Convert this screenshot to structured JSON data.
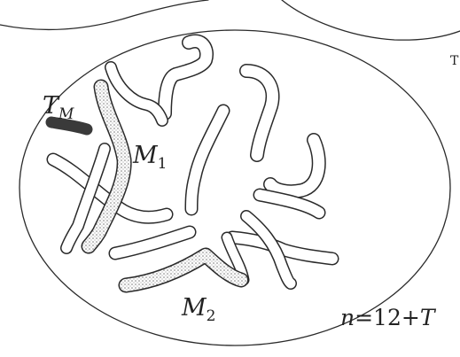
{
  "labels": {
    "tm_main": "T",
    "tm_sub": "M",
    "m1_main": "M",
    "m1_sub": "1",
    "m2_main": "M",
    "m2_sub": "2",
    "formula_n": "n",
    "formula_eq": "=12+",
    "formula_t": "T",
    "edge_t": "T"
  },
  "colors": {
    "ink": "#2a2a2a",
    "stipple": "#9a9a9a",
    "dark_chromosome": "#3a3a3a"
  }
}
